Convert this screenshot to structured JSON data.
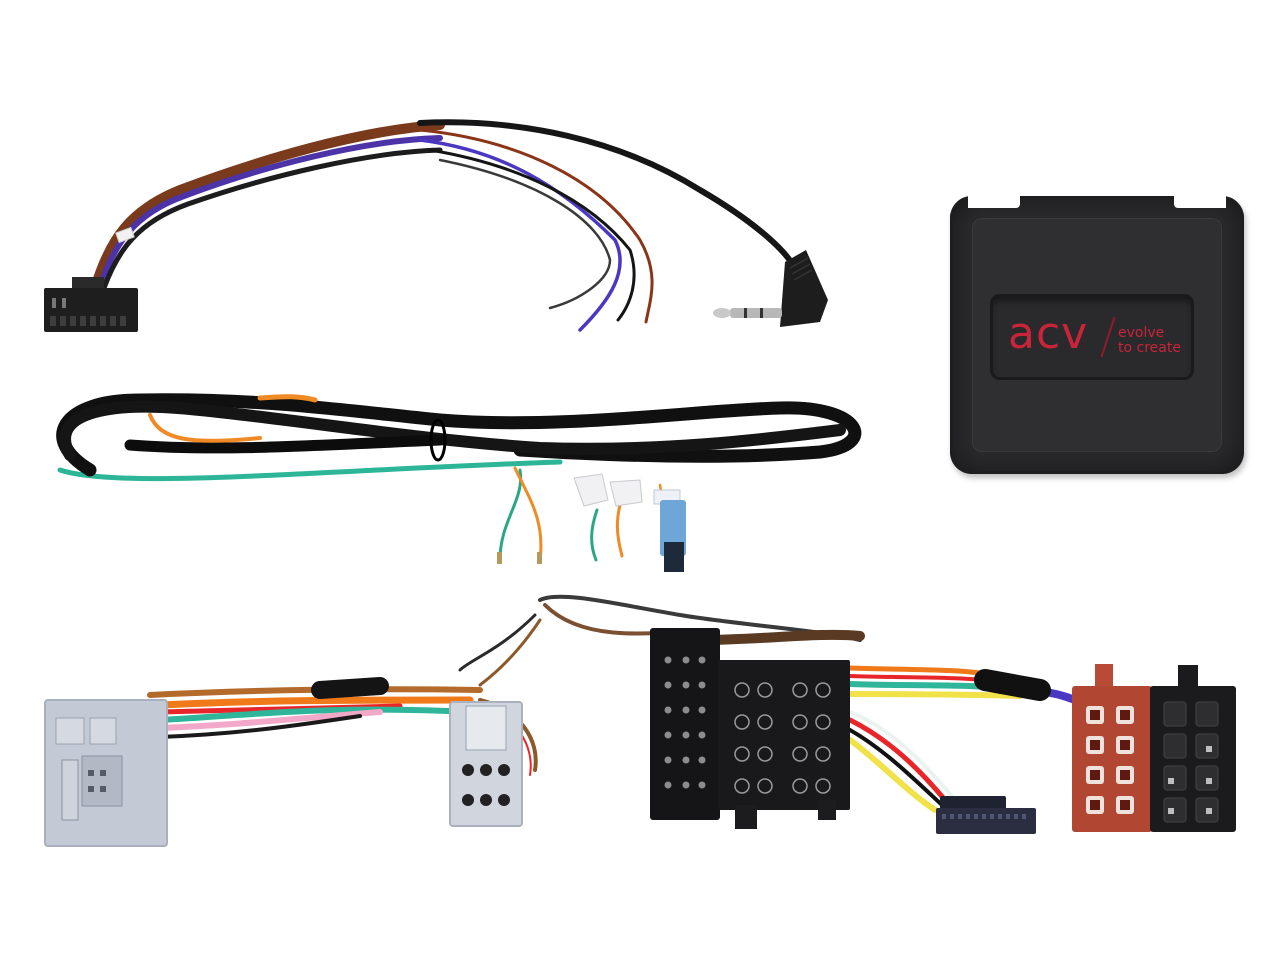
{
  "image": {
    "description": "Product photo of a car radio steering-wheel control interface kit with wiring harnesses and connectors on white background",
    "background_color": "#ffffff"
  },
  "module": {
    "brand": "acv",
    "tagline_line1": "evolve",
    "tagline_line2": "to create",
    "body_color": "#2b2b2d",
    "brand_color": "#c8243a"
  },
  "components": [
    {
      "name": "radio-lead-with-3.5mm-jack",
      "wire_colors": [
        "#5a3b9e",
        "#8a3a1c",
        "#1a1a1a",
        "#3e3e3e"
      ]
    },
    {
      "name": "braided-extension-harness",
      "wire_colors": [
        "#111111",
        "#f08a24",
        "#2db597"
      ]
    },
    {
      "name": "vehicle-quadlock-adapter",
      "wire_colors": [
        "#f07a1a",
        "#e8262a",
        "#2fb59a",
        "#f2a8c8",
        "#8b5a2b",
        "#f1e24a"
      ]
    },
    {
      "name": "iso-connectors",
      "colors": [
        "#b94a36",
        "#1b1b1b"
      ]
    }
  ]
}
